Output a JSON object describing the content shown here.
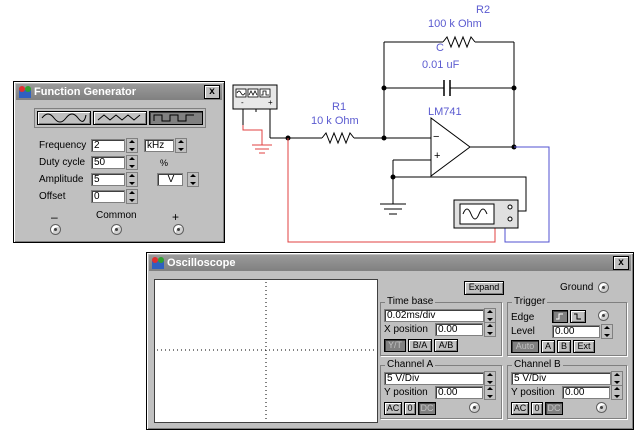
{
  "circuit": {
    "r2_name": "R2",
    "r2_value": "100 k Ohm",
    "c_name": "C",
    "c_value": "0.01 uF",
    "r1_name": "R1",
    "r1_value": "10 k Ohm",
    "opamp_name": "LM741",
    "opamp_minus": "−",
    "opamp_plus": "+",
    "fg_icon_minus": "-",
    "fg_icon_plus": "+"
  },
  "function_generator": {
    "title": "Function Generator",
    "close": "x",
    "frequency_label": "Frequency",
    "frequency_value": "2",
    "frequency_unit": "kHz",
    "duty_label": "Duty cycle",
    "duty_value": "50",
    "duty_unit": "%",
    "amplitude_label": "Amplitude",
    "amplitude_value": "5",
    "amplitude_unit": "V",
    "offset_label": "Offset",
    "offset_value": "0",
    "minus_label": "–",
    "common_label": "Common",
    "plus_label": "+"
  },
  "oscilloscope": {
    "title": "Oscilloscope",
    "close": "x",
    "expand_label": "Expand",
    "ground_label": "Ground",
    "timebase": {
      "title": "Time base",
      "value": "0.02ms/div",
      "xpos_label": "X position",
      "xpos_value": "0.00",
      "yt": "Y/T",
      "ba": "B/A",
      "ab": "A/B"
    },
    "trigger": {
      "title": "Trigger",
      "edge_label": "Edge",
      "level_label": "Level",
      "level_value": "0.00",
      "auto": "Auto",
      "a": "A",
      "b": "B",
      "ext": "Ext"
    },
    "channel_a": {
      "title": "Channel A",
      "value": "5 V/Div",
      "ypos_label": "Y position",
      "ypos_value": "0.00",
      "ac": "AC",
      "zero": "0",
      "dc": "DC"
    },
    "channel_b": {
      "title": "Channel B",
      "value": "5 V/Div",
      "ypos_label": "Y position",
      "ypos_value": "0.00",
      "ac": "AC",
      "zero": "0",
      "dc": "DC"
    }
  }
}
